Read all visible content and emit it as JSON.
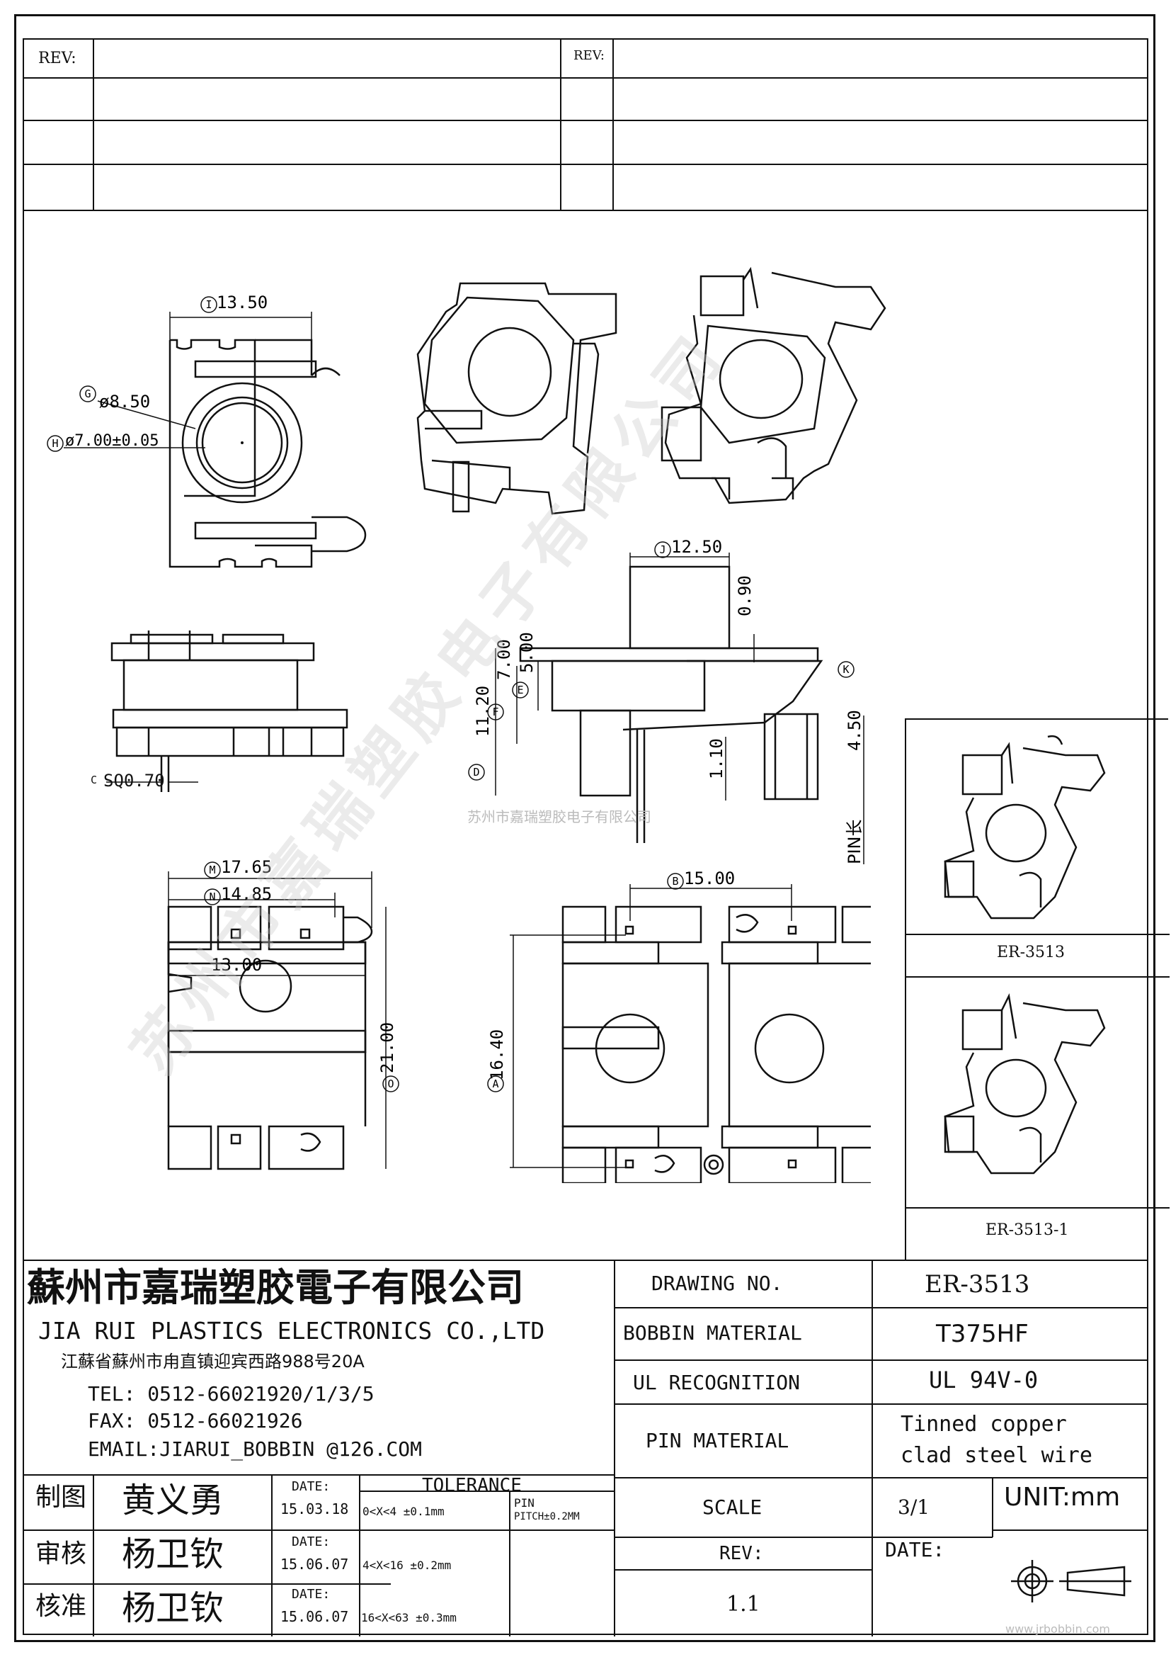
{
  "revision_block": {
    "left_label": "REV:",
    "right_label": "REV:"
  },
  "dimensions": {
    "I": "13.50",
    "G": "ø8.50",
    "H": "ø7.00±0.05",
    "J": "12.50",
    "C": "SQ0.70",
    "D": "11.20",
    "E": "5.00",
    "F": "7.00",
    "K": "4.50",
    "top_pin": "0.90",
    "pin_offset": "1.10",
    "pin_length_label": "PIN长",
    "M": "17.65",
    "N": "14.85",
    "width_inner": "13.00",
    "O": "21.00",
    "B": "15.00",
    "A": "16.40"
  },
  "dimension_letters": {
    "I": "I",
    "G": "G",
    "H": "H",
    "J": "J",
    "C": "C",
    "D": "D",
    "E": "E",
    "F": "F",
    "K": "K",
    "M": "M",
    "N": "N",
    "O": "O",
    "B": "B",
    "A": "A"
  },
  "watermarks": {
    "center_text": "苏州市嘉瑞塑胶电子有限公司",
    "diagonal_text": "苏州市嘉瑞塑胶电子有限公司",
    "corner_url": "www.jrbobbin.com"
  },
  "variants": {
    "first": "ER-3513",
    "second": "ER-3513-1"
  },
  "company": {
    "name_cn": "蘇州市嘉瑞塑胶電子有限公司",
    "name_en": "JIA RUI PLASTICS ELECTRONICS CO.,LTD",
    "address": "江蘇省蘇州市甪直镇迎宾西路988号20A",
    "tel": "TEL: 0512-66021920/1/3/5",
    "fax": "FAX: 0512-66021926",
    "email": "EMAIL:JIARUI_BOBBIN @126.COM"
  },
  "approvals": [
    {
      "role": "制图",
      "name": "黄义勇",
      "date_label": "DATE:",
      "date": "15.03.18"
    },
    {
      "role": "审核",
      "name": "杨卫钦",
      "date_label": "DATE:",
      "date": "15.06.07"
    },
    {
      "role": "核准",
      "name": "杨卫钦",
      "date_label": "DATE:",
      "date": "15.06.07"
    }
  ],
  "tolerance": {
    "title": "TOLERANCE",
    "rows": [
      "0<X<4  ±0.1mm",
      "4<X<16 ±0.2mm",
      "16<X<63 ±0.3mm"
    ],
    "pin_label": "PIN",
    "pin_value": "PITCH±0.2MM"
  },
  "specs": {
    "drawing_no_label": "DRAWING   NO.",
    "drawing_no": "ER-3513",
    "bobbin_material_label": "BOBBIN   MATERIAL",
    "bobbin_material": "T375HF",
    "ul_label": "UL RECOGNITION",
    "ul_value": "UL 94V-0",
    "pin_material_label": "PIN MATERIAL",
    "pin_material_line1": "Tinned copper",
    "pin_material_line2": "clad steel wire",
    "scale_label": "SCALE",
    "scale_value": "3/1",
    "unit": "UNIT:mm",
    "rev_label": "REV:",
    "rev_value": "1.1",
    "date_label": "DATE:"
  }
}
